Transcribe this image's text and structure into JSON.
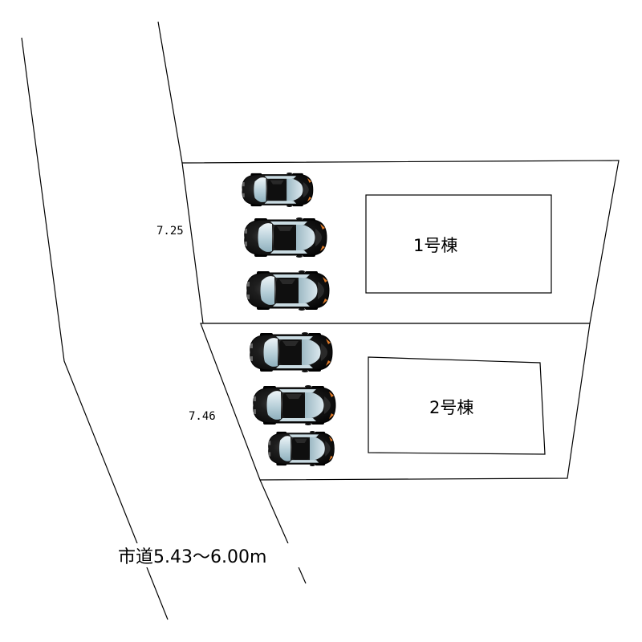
{
  "plan": {
    "buildings": [
      {
        "label": "1号棟"
      },
      {
        "label": "2号棟"
      }
    ],
    "dimensions": {
      "lot1_frontage": "7.25",
      "lot2_frontage": "7.46"
    },
    "road_label": "市道5.43～6.00m",
    "parking_spaces": 6
  }
}
